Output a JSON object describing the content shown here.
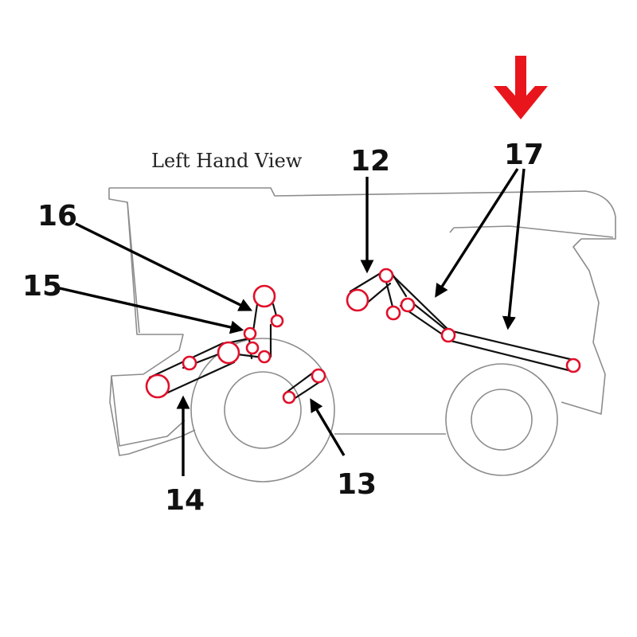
{
  "view_title": "Left Hand View",
  "callouts": {
    "c12": "12",
    "c13": "13",
    "c14": "14",
    "c15": "15",
    "c16": "16",
    "c17": "17"
  },
  "colors": {
    "pulley": "#e0102a",
    "indicator_arrow": "#e8161c",
    "outline": "#8c8c8c",
    "belt": "#111111"
  },
  "indicator": {
    "icon": "red-down-arrow-icon",
    "target_callout": "17"
  }
}
